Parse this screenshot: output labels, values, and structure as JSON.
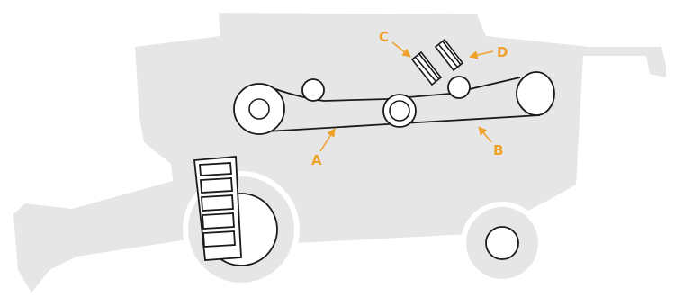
{
  "colors": {
    "silhouette": "#e6e6e6",
    "line": "#1a1a1a",
    "accent": "#f0a12a",
    "background": "#ffffff"
  },
  "callouts": {
    "a": "A",
    "b": "B",
    "c": "C",
    "d": "D"
  }
}
